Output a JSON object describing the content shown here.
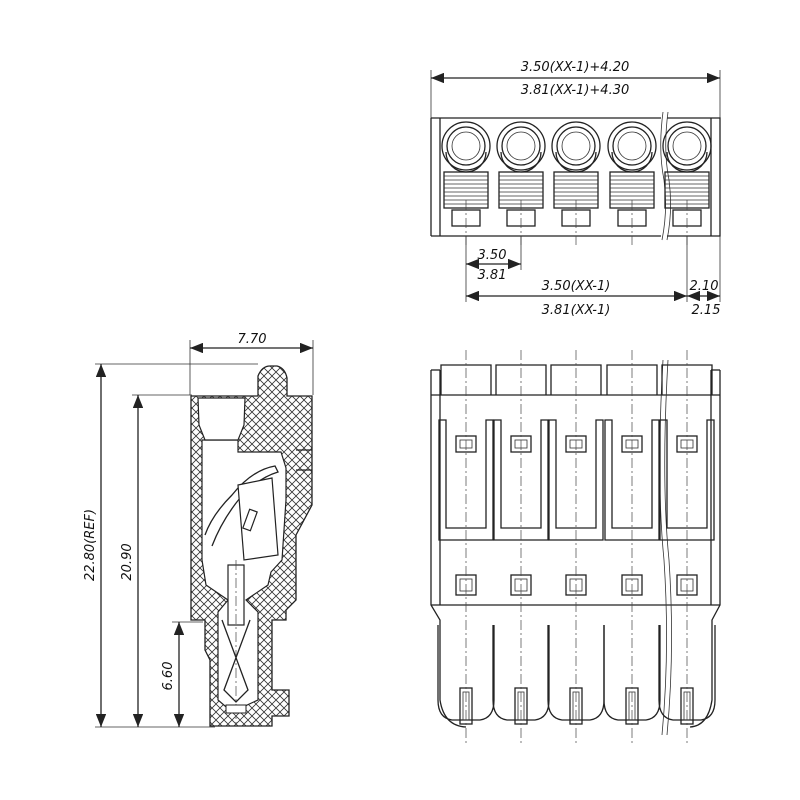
{
  "dimensions": {
    "top_width_350": "3.50(XX-1)+4.20",
    "top_width_381": "3.81(XX-1)+4.30",
    "pitch_350": "3.50",
    "pitch_381": "3.81",
    "span_350": "3.50(XX-1)",
    "span_381": "3.81(XX-1)",
    "end_350": "2.10",
    "end_381": "2.15",
    "side_width": "7.70",
    "side_total_height": "22.80(REF)",
    "side_body_height": "20.90",
    "side_pin_height": "6.60"
  },
  "colors": {
    "line": "#222222",
    "background": "#ffffff"
  }
}
